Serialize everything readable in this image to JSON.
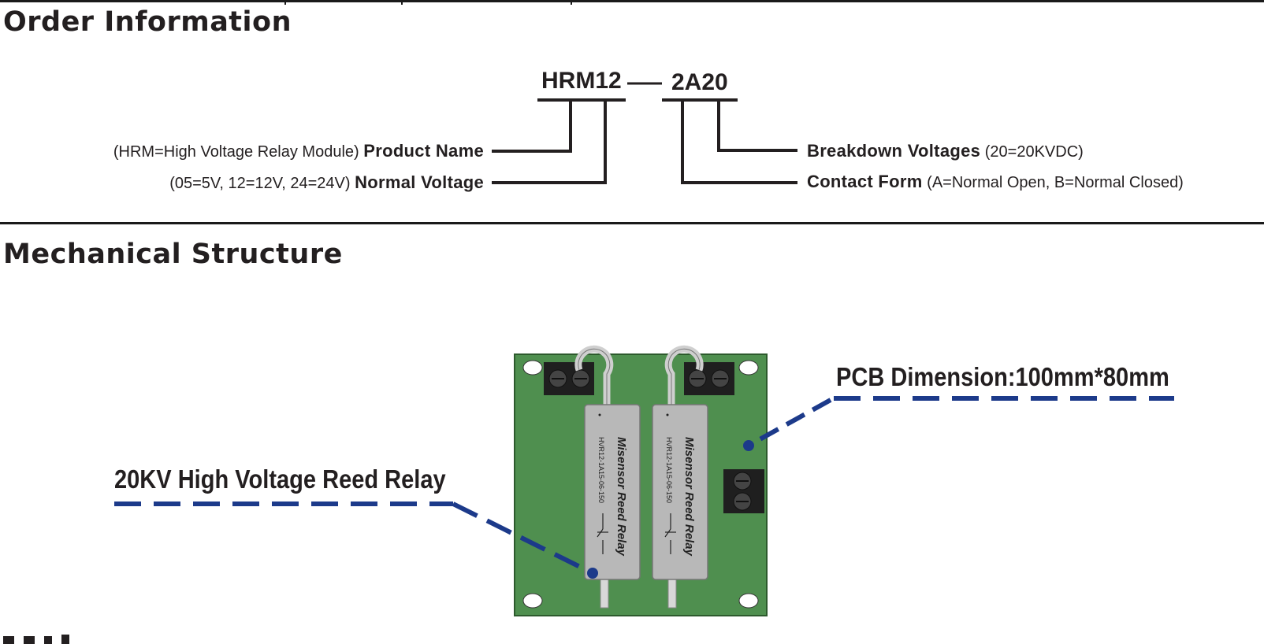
{
  "order": {
    "title": "Order Information",
    "code_part1": "HRM12",
    "code_part2": "2A20",
    "product_name": {
      "note": "(HRM=High Voltage Relay Module)",
      "label": "Product Name"
    },
    "normal_voltage": {
      "note": "(05=5V, 12=12V, 24=24V)",
      "label": "Normal Voltage"
    },
    "breakdown_voltages": {
      "label": "Breakdown Voltages",
      "note": "(20=20KVDC)"
    },
    "contact_form": {
      "label": "Contact Form",
      "note": "(A=Normal Open, B=Normal Closed)"
    }
  },
  "mechanical": {
    "title": "Mechanical Structure",
    "pcb_callout": "PCB Dimension:100mm*80mm",
    "relay_callout": "20KV High Voltage Reed Relay",
    "relay_brand": "Misensor Reed Relay",
    "relay_model": "HVR12-1A15-06-150"
  },
  "colors": {
    "pcb_green": "#4f8f4f",
    "callout_blue": "#1c3a8a",
    "relay_silver": "#b8b8b8",
    "terminal_black": "#1f1f1f"
  }
}
